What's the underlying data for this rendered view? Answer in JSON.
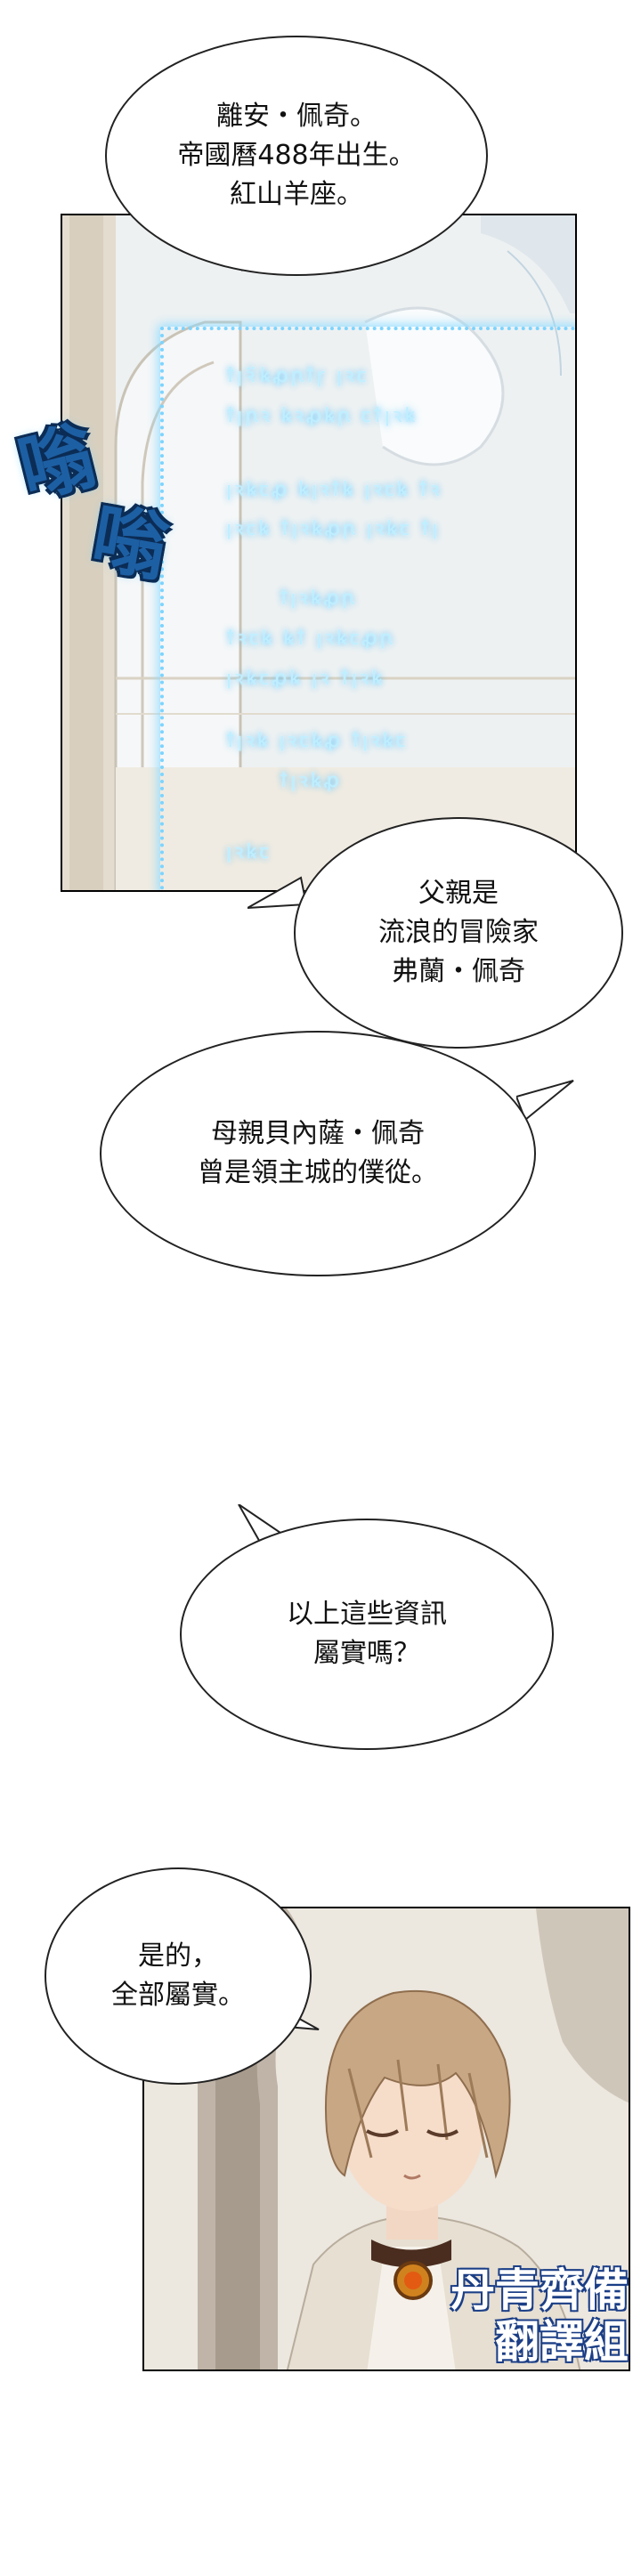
{
  "bubbles": {
    "intro": {
      "lines": [
        "離安・佩奇。",
        "帝國曆488年出生。",
        "紅山羊座。"
      ]
    },
    "father": {
      "lines": [
        "父親是",
        "流浪的冒險家",
        "弗蘭・佩奇"
      ]
    },
    "mother": {
      "lines": [
        "母親貝內薩・佩奇",
        "曾是領主城的僕從。"
      ]
    },
    "question": {
      "lines": [
        "以上這些資訊",
        "屬實嗎？"
      ]
    },
    "answer": {
      "lines": [
        "是的，",
        "全部屬實。"
      ]
    }
  },
  "sfx": {
    "chars": [
      "嗡",
      "嗡"
    ]
  },
  "magic_screen": {
    "rune_lines": [
      "ꝉꞁꝛ፟ꝃꝓꞃꝉꞅ ꞁꝛꞇ",
      "ꝉꞁꞃꝛ ꝃꝛꝓꝃꞃ ꞇꝉꞁꝛꝃ",
      "ꞁꝛꝃꞇꝓ ꝃꞁꝛꝉꝃ ꞁꝛꞇꝃ ꝉꝛ",
      "ꞁꝛꞇꝃ ꝉꞁꝛꝃꝓꞃ ꞁꝛꝃꞇ ꝉꞁ",
      "ꝉꞁꝛꝃꝓꞃ",
      "ꝉꝛꞇꝃ ꝃꝉ ꞁꝛꝃꞇꝓꞃ",
      "ꞁꝛꝃꞇꝓꝃ ꞁꝛ ꝉꞁꝛꝃ",
      "ꝉꞁꝛꝃ ꞁꝛꞇꝃꝓ ꝉꞁꝛꝃꞇ",
      "ꝉꞁꝛꝃꝓ",
      "ꞁꝛꝃꞇ"
    ]
  },
  "watermark": {
    "line1": "丹青齊備",
    "line2": "翻譯組"
  },
  "colors": {
    "sfx_fill": "#1d5fa3",
    "magic_glow": "#36b9ff",
    "watermark_outline": "#1b3e86"
  }
}
